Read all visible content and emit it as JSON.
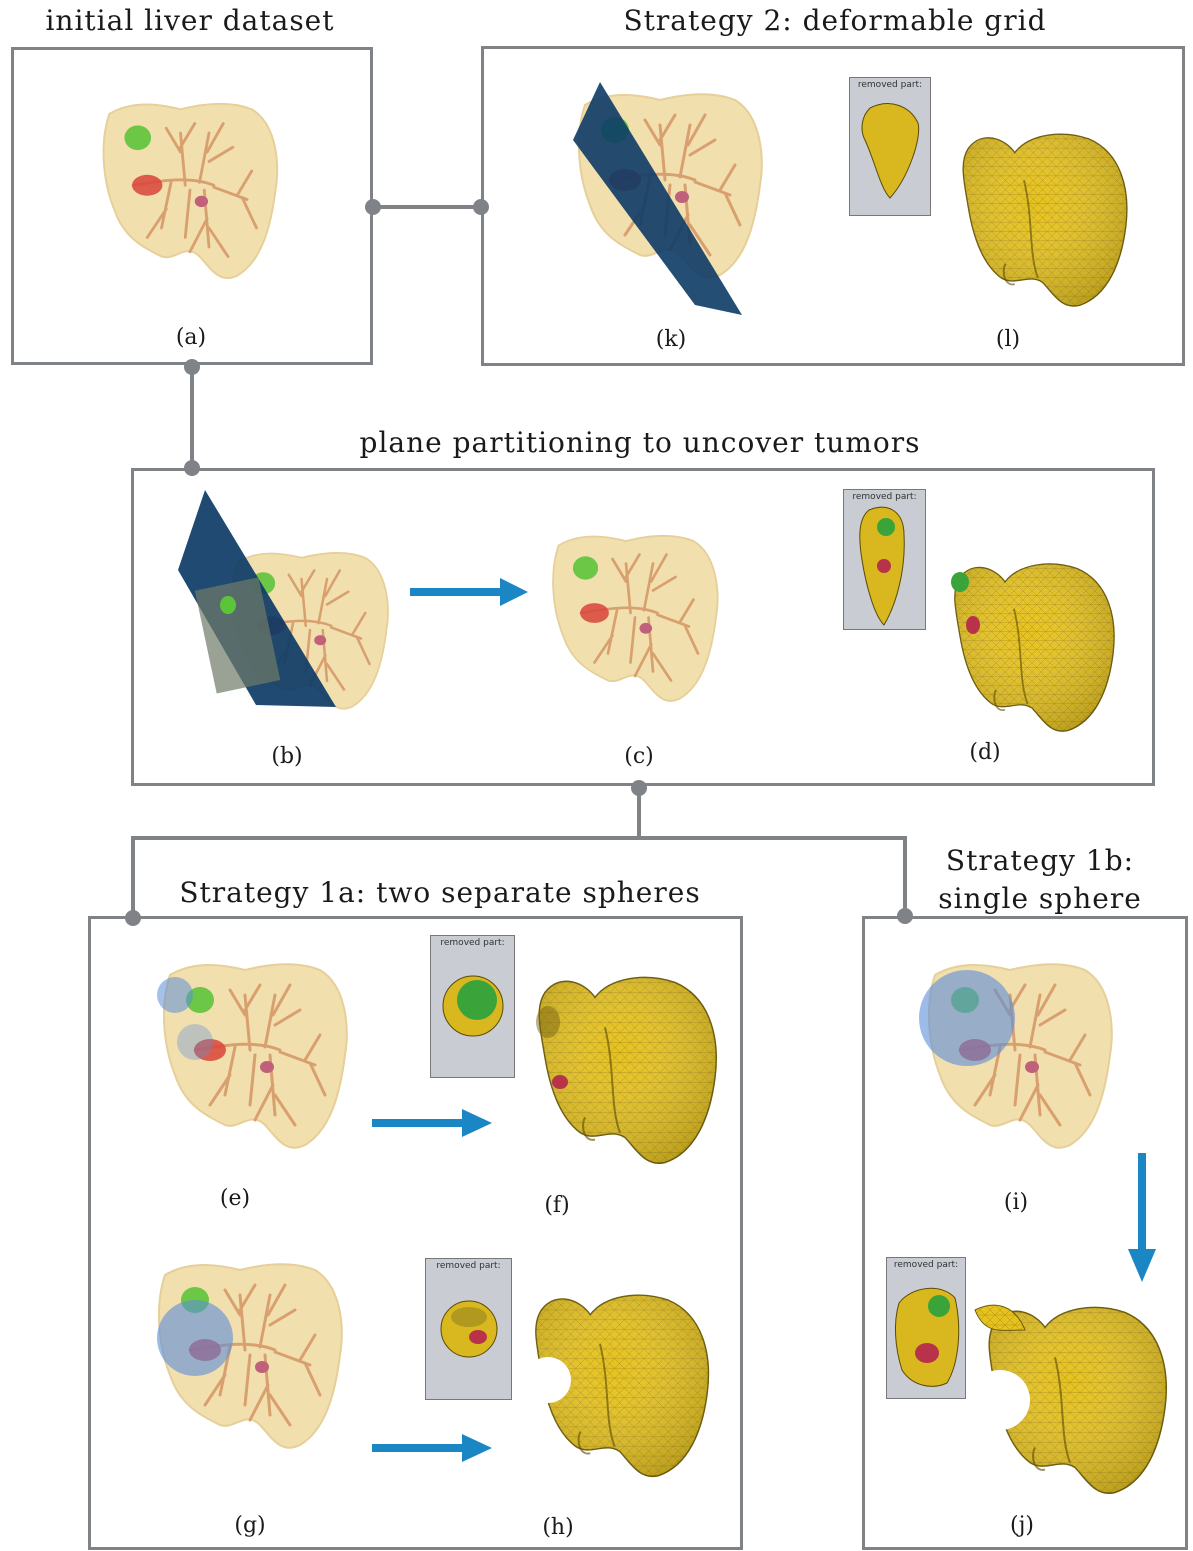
{
  "titles": {
    "initial": "initial liver dataset",
    "strategy2": "Strategy 2: deformable grid",
    "plane": "plane partitioning to uncover tumors",
    "strategy1a": "Strategy 1a: two separate spheres",
    "strategy1b_line1": "Strategy 1b:",
    "strategy1b_line2": "single sphere"
  },
  "labels": {
    "a": "(a)",
    "b": "(b)",
    "c": "(c)",
    "d": "(d)",
    "e": "(e)",
    "f": "(f)",
    "g": "(g)",
    "h": "(h)",
    "i": "(i)",
    "j": "(j)",
    "k": "(k)",
    "l": "(l)"
  },
  "removed_part_label": "removed part:",
  "colors": {
    "panel_border": "#7f8387",
    "connector": "#7f8387",
    "arrow": "#1a86c4",
    "liver": "#f2dfae",
    "vessel": "#d9a06f",
    "mesh": "#e6c21e",
    "plane": "#0d3b66",
    "tumor_green": "#5cc43a",
    "tumor_red": "#d9443a",
    "sphere": "#5b8ed8"
  }
}
